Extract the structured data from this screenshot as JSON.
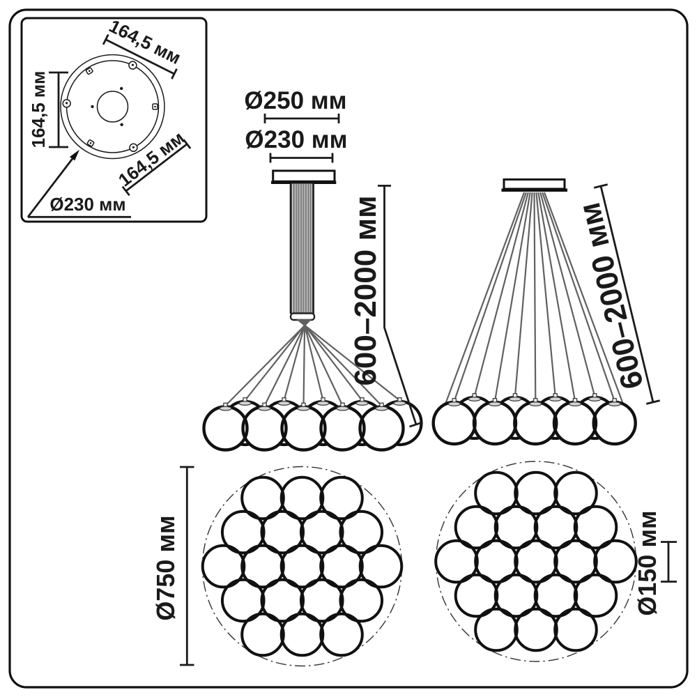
{
  "drawing": {
    "mount_view": {
      "dim_top": "164,5 мм",
      "dim_left": "164,5 мм",
      "dim_bottom": "164,5 мм",
      "diameter": "Ø230 мм"
    },
    "pendant_front": {
      "canopy_outer": "Ø250 мм",
      "canopy_inner": "Ø230 мм",
      "height_range": "600–2000 мм"
    },
    "pendant_side": {
      "height_range": "600–2000 мм"
    },
    "cluster_top_large": {
      "diameter": "Ø750 мм"
    },
    "cluster_top_small": {
      "ball_diameter": "Ø150 мм"
    }
  }
}
